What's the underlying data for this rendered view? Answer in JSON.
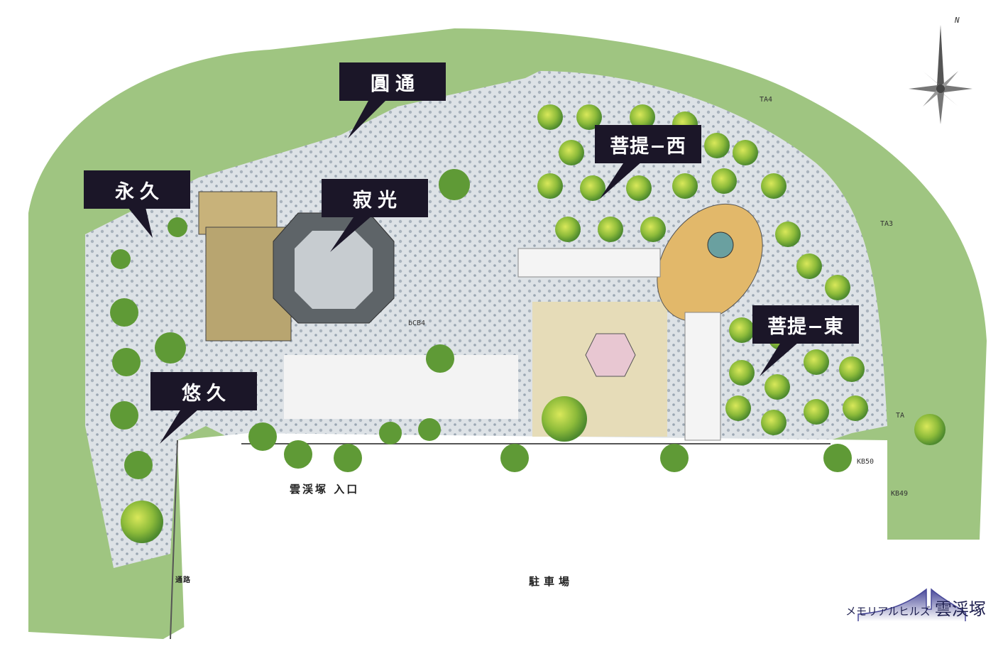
{
  "areas": {
    "entsu": "圓通",
    "eikyu": "永久",
    "jakko": "寂光",
    "bodai_west": "菩提−西",
    "yukyu": "悠久",
    "bodai_east": "菩提−東"
  },
  "places": {
    "entrance": "雲渓塚 入口",
    "parking": "駐車場",
    "passage": "通路"
  },
  "markers": [
    "KB50",
    "KB49",
    "bCB4",
    "TA",
    "TA4",
    "TA3"
  ],
  "compass": {
    "north": "N"
  },
  "logo": {
    "prefix": "メモリアルヒルズ",
    "name": "雲渓塚"
  },
  "colors": {
    "label_bg": "#1b1628",
    "foliage": "#6aa84a",
    "gravel": "#c9d0d6",
    "logo": "#4a4a9a"
  }
}
